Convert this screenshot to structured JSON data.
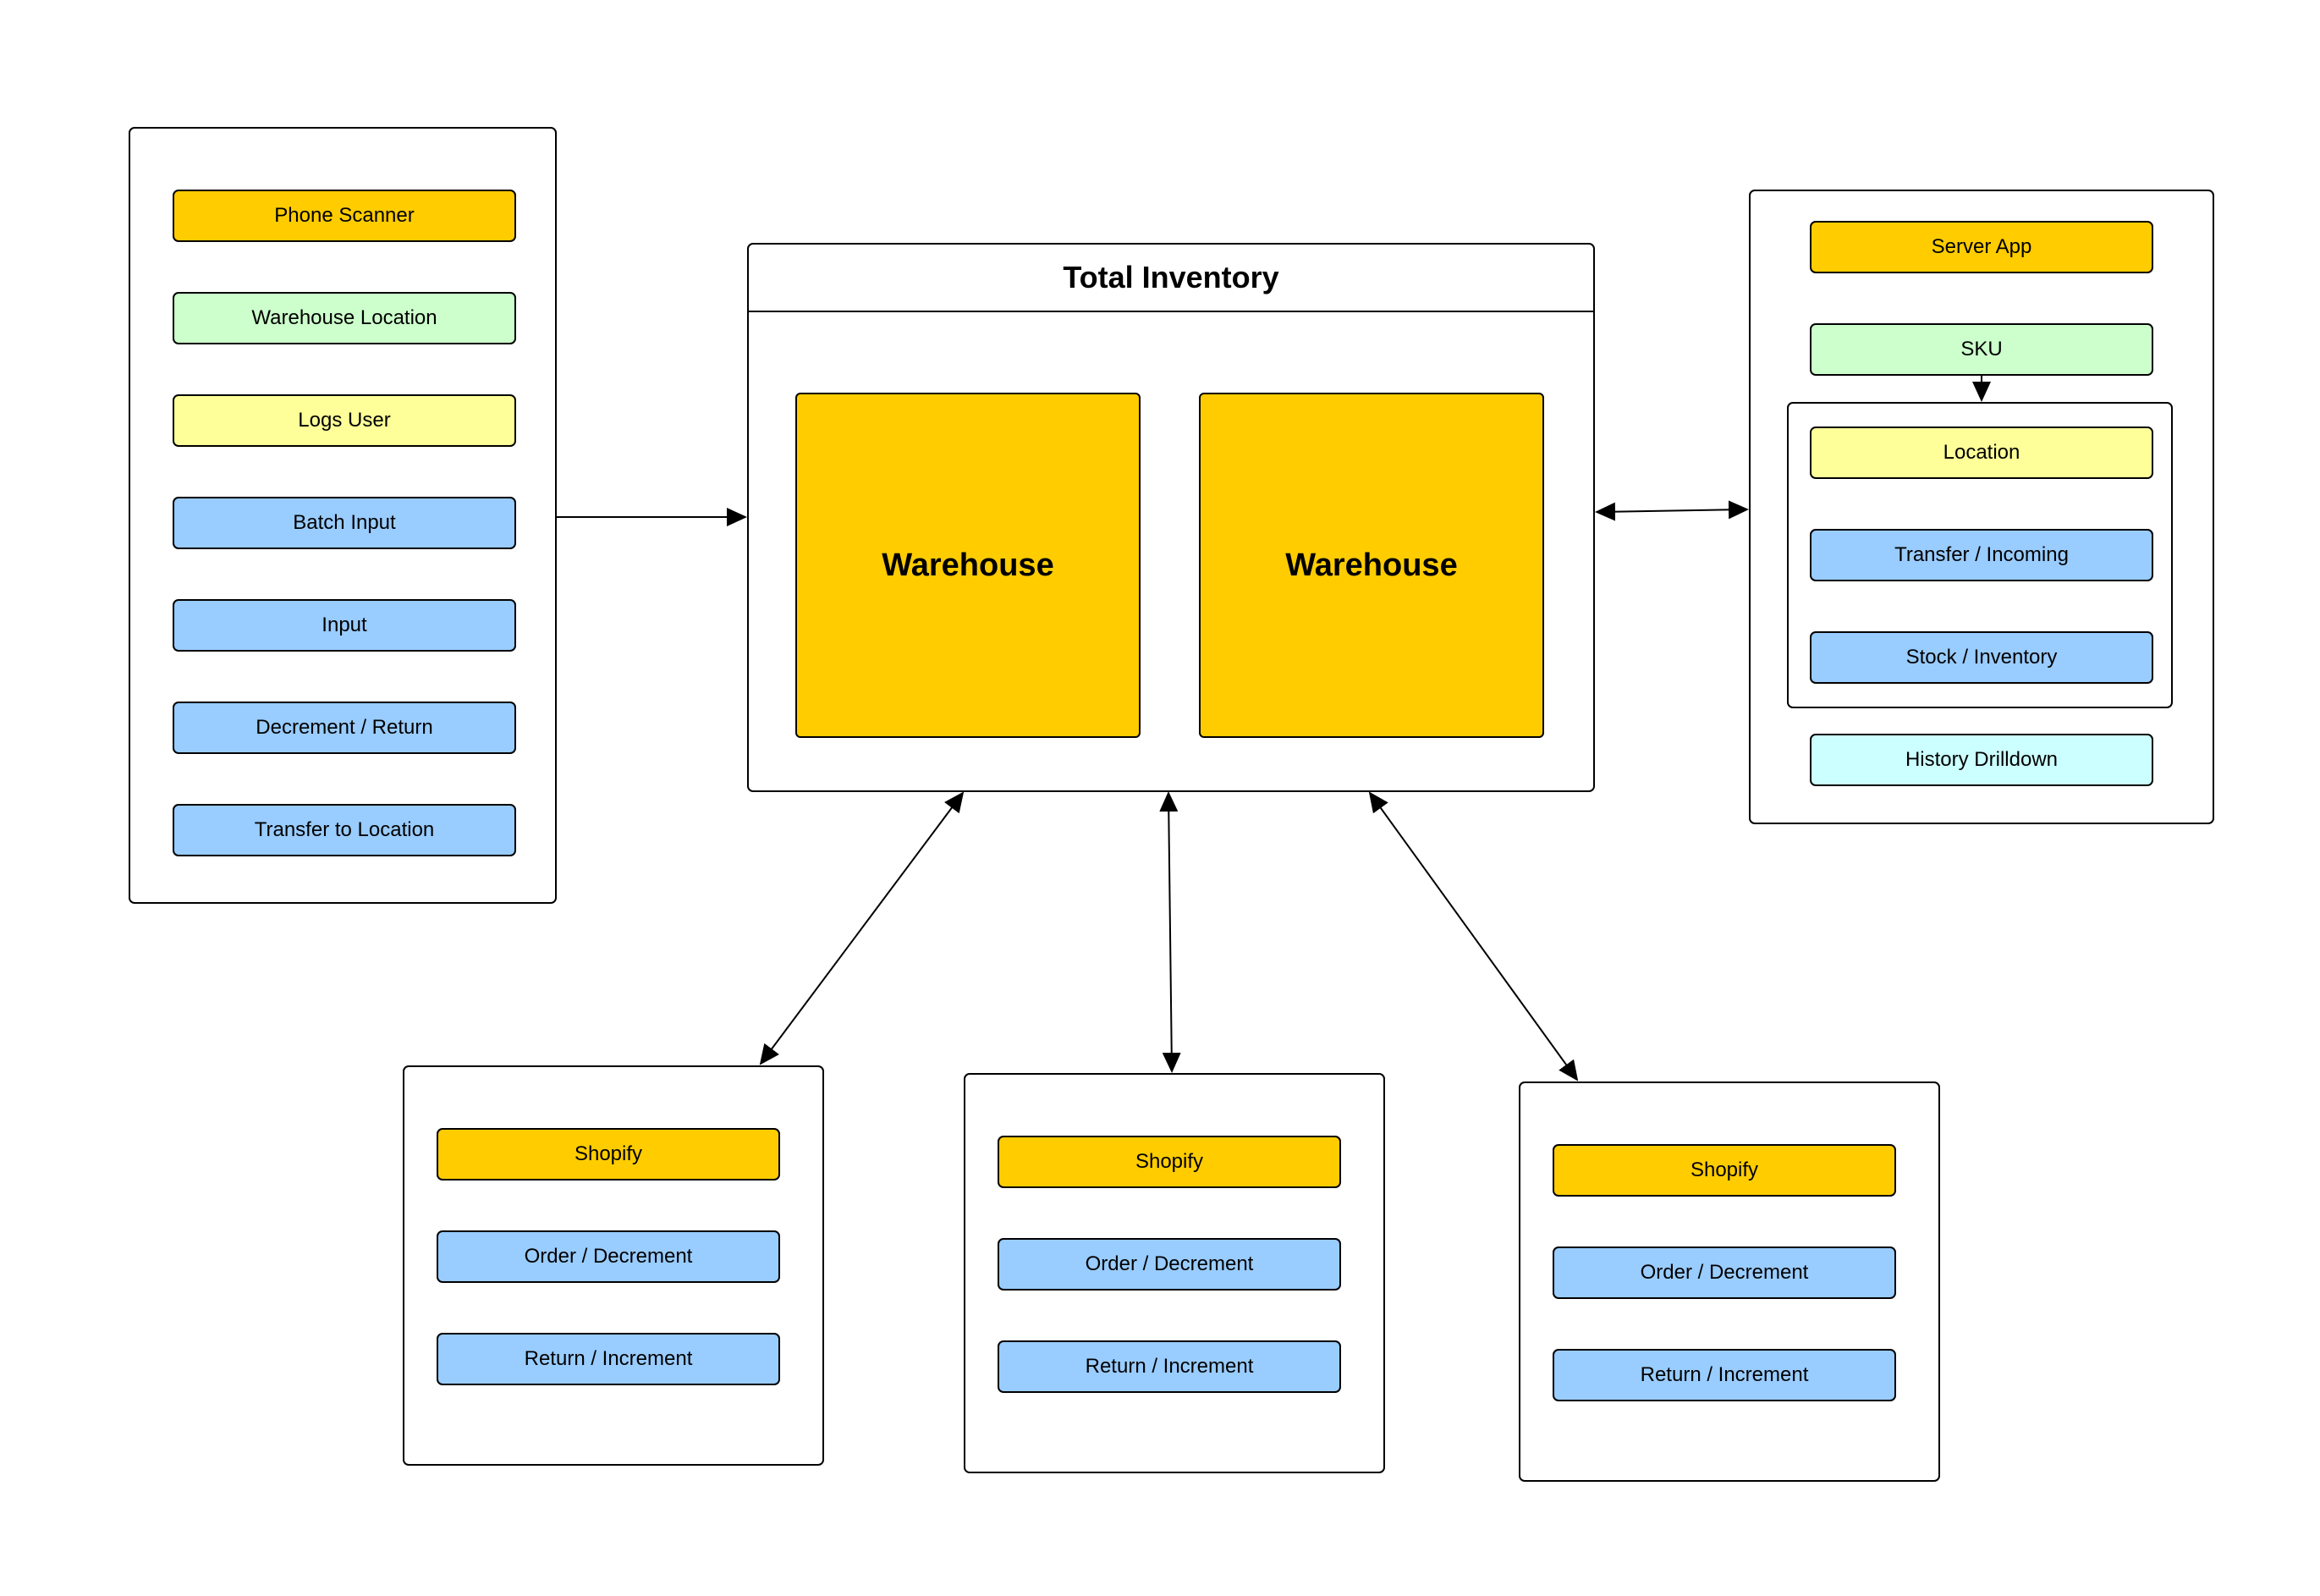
{
  "left_panel": {
    "items": [
      {
        "label": "Phone Scanner",
        "color": "#ffcc00"
      },
      {
        "label": "Warehouse Location",
        "color": "#ccffcc"
      },
      {
        "label": "Logs User",
        "color": "#ffff99"
      },
      {
        "label": "Batch Input",
        "color": "#99ccff"
      },
      {
        "label": "Input",
        "color": "#99ccff"
      },
      {
        "label": "Decrement / Return",
        "color": "#99ccff"
      },
      {
        "label": "Transfer to Location",
        "color": "#99ccff"
      }
    ]
  },
  "center": {
    "title": "Total Inventory",
    "warehouses": [
      "Warehouse",
      "Warehouse"
    ]
  },
  "right_panel": {
    "server_app": "Server App",
    "sku": "SKU",
    "location_group": [
      "Location",
      "Transfer / Incoming",
      "Stock / Inventory"
    ],
    "history": "History Drilldown"
  },
  "shopify_panels": [
    {
      "items": [
        "Shopify",
        "Order / Decrement",
        "Return / Increment"
      ]
    },
    {
      "items": [
        "Shopify",
        "Order / Decrement",
        "Return / Increment"
      ]
    },
    {
      "items": [
        "Shopify",
        "Order / Decrement",
        "Return / Increment"
      ]
    }
  ],
  "colors": {
    "orange": "#ffcc00",
    "green": "#ccffcc",
    "yellow": "#ffff99",
    "blue": "#99ccff",
    "cyan": "#ccffff"
  }
}
